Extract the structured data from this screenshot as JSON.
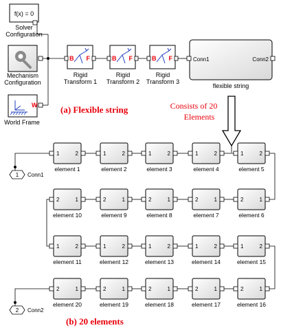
{
  "top": {
    "solver": {
      "equation": "f(x) = 0",
      "label_line1": "Solver",
      "label_line2": "Configuration"
    },
    "mechanism": {
      "label_line1": "Mechanism",
      "label_line2": "Configuration"
    },
    "world": {
      "label": "World Frame",
      "port": "W"
    },
    "transforms": [
      {
        "label_line1": "Rigid",
        "label_line2": "Transform 1",
        "port_b": "B",
        "port_f": "F"
      },
      {
        "label_line1": "Rigid",
        "label_line2": "Transform 2",
        "port_b": "B",
        "port_f": "F"
      },
      {
        "label_line1": "Rigid",
        "label_line2": "Transform 3",
        "port_b": "B",
        "port_f": "F"
      }
    ],
    "subsystem": {
      "label": "flexible string",
      "port_in": "Conn1",
      "port_out": "Conn2"
    }
  },
  "captions": {
    "a": "(a) Flexible string",
    "b": "(b) 20 elements",
    "note_line1": "Consists of 20",
    "note_line2": "Elements"
  },
  "elements": {
    "rows": [
      [
        {
          "label": "element 1",
          "left": "1",
          "right": "2"
        },
        {
          "label": "element 2",
          "left": "1",
          "right": "2"
        },
        {
          "label": "element 3",
          "left": "1",
          "right": "2"
        },
        {
          "label": "element 4",
          "left": "1",
          "right": "2"
        },
        {
          "label": "element 5",
          "left": "1",
          "right": "2"
        }
      ],
      [
        {
          "label": "element 10",
          "left": "2",
          "right": "1"
        },
        {
          "label": "element 9",
          "left": "2",
          "right": "1"
        },
        {
          "label": "element 8",
          "left": "2",
          "right": "1"
        },
        {
          "label": "element 7",
          "left": "2",
          "right": "1"
        },
        {
          "label": "element 6",
          "left": "2",
          "right": "1"
        }
      ],
      [
        {
          "label": "element 11",
          "left": "1",
          "right": "2"
        },
        {
          "label": "element 12",
          "left": "1",
          "right": "2"
        },
        {
          "label": "element 13",
          "left": "1",
          "right": "2"
        },
        {
          "label": "element 14",
          "left": "1",
          "right": "2"
        },
        {
          "label": "element 15",
          "left": "1",
          "right": "2"
        }
      ],
      [
        {
          "label": "element 20",
          "left": "2",
          "right": "1"
        },
        {
          "label": "element 19",
          "left": "2",
          "right": "1"
        },
        {
          "label": "element 18",
          "left": "2",
          "right": "1"
        },
        {
          "label": "element 17",
          "left": "2",
          "right": "1"
        },
        {
          "label": "element 16",
          "left": "2",
          "right": "1"
        }
      ]
    ],
    "conn1": {
      "number": "1",
      "label": "Conn1"
    },
    "conn2": {
      "number": "2",
      "label": "Conn2"
    }
  },
  "colors": {
    "caption": "#e8000b",
    "line": "#000000",
    "block_border": "#000000",
    "block_fill": "#f2f2f2"
  }
}
